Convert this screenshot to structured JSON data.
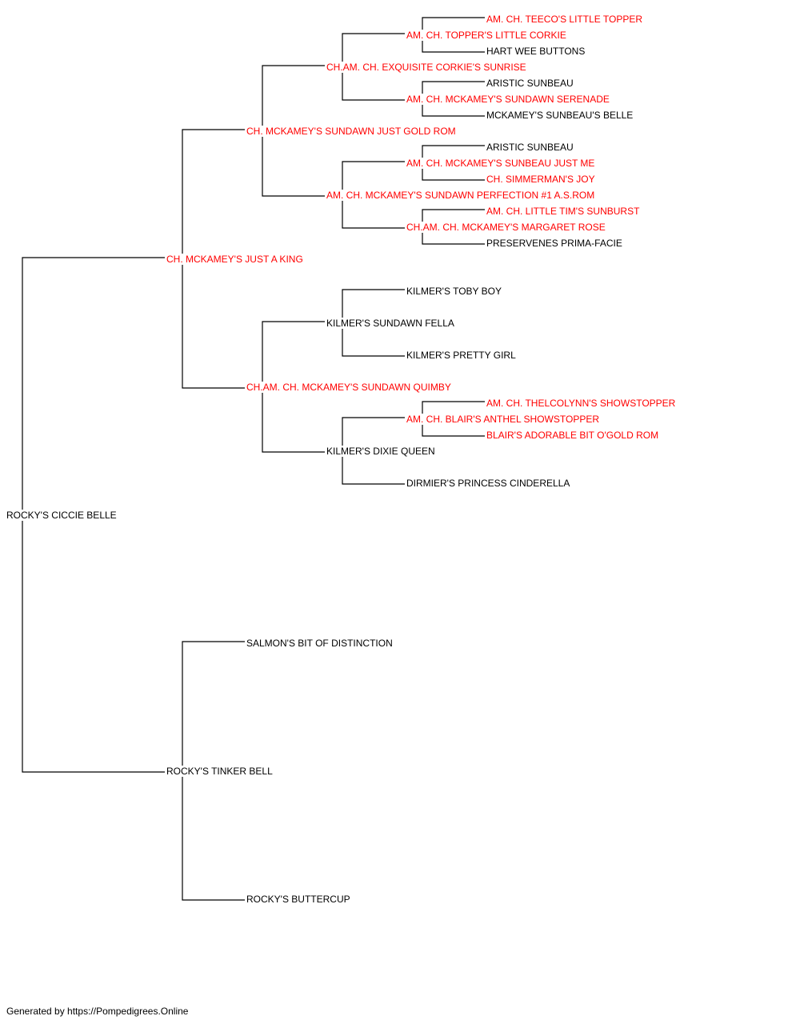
{
  "colors": {
    "champion": "#ff0000",
    "normal": "#000000",
    "line": "#000000"
  },
  "subject": {
    "name": "ROCKY'S CICCIE BELLE",
    "champion": false
  },
  "sire": {
    "name": "CH. MCKAMEY'S JUST A KING",
    "champion": true
  },
  "dam": {
    "name": "ROCKY'S TINKER BELL",
    "champion": false
  },
  "ss": {
    "name": "CH. MCKAMEY'S SUNDAWN JUST GOLD ROM",
    "champion": true
  },
  "sd": {
    "name": "CH.AM. CH. MCKAMEY'S SUNDAWN QUIMBY",
    "champion": true
  },
  "ds": {
    "name": "SALMON'S BIT OF DISTINCTION",
    "champion": false
  },
  "dd": {
    "name": "ROCKY'S BUTTERCUP",
    "champion": false
  },
  "sss": {
    "name": "CH.AM. CH. EXQUISITE CORKIE'S SUNRISE",
    "champion": true
  },
  "ssd": {
    "name": "AM. CH. MCKAMEY'S SUNDAWN PERFECTION #1 A.S.ROM",
    "champion": true
  },
  "sds": {
    "name": "KILMER'S SUNDAWN FELLA",
    "champion": false
  },
  "sdd": {
    "name": "KILMER'S DIXIE QUEEN",
    "champion": false
  },
  "ssss": {
    "name": "AM. CH. TOPPER'S LITTLE CORKIE",
    "champion": true
  },
  "sssd": {
    "name": "AM. CH. MCKAMEY'S SUNDAWN SERENADE",
    "champion": true
  },
  "ssds": {
    "name": "AM. CH. MCKAMEY'S SUNBEAU JUST ME",
    "champion": true
  },
  "ssdd": {
    "name": "CH.AM. CH. MCKAMEY'S MARGARET ROSE",
    "champion": true
  },
  "sdss": {
    "name": "KILMER'S TOBY BOY",
    "champion": false
  },
  "sdsd": {
    "name": "KILMER'S PRETTY GIRL",
    "champion": false
  },
  "sdds": {
    "name": "AM. CH. BLAIR'S ANTHEL SHOWSTOPPER",
    "champion": true
  },
  "sddd": {
    "name": "DIRMIER'S PRINCESS CINDERELLA",
    "champion": false
  },
  "sssss": {
    "name": "AM. CH. TEECO'S LITTLE TOPPER",
    "champion": true
  },
  "ssssd": {
    "name": "HART WEE BUTTONS",
    "champion": false
  },
  "sssds": {
    "name": "ARISTIC SUNBEAU",
    "champion": false
  },
  "sssdd": {
    "name": "MCKAMEY'S SUNBEAU'S BELLE",
    "champion": false
  },
  "ssdss": {
    "name": "ARISTIC SUNBEAU",
    "champion": false
  },
  "ssdsd": {
    "name": "CH. SIMMERMAN'S JOY",
    "champion": true
  },
  "ssdds": {
    "name": "AM. CH. LITTLE TIM'S SUNBURST",
    "champion": true
  },
  "ssddd": {
    "name": "PRESERVENES PRIMA-FACIE",
    "champion": false
  },
  "sddss": {
    "name": "AM. CH. THELCOLYNN'S SHOWSTOPPER",
    "champion": true
  },
  "sddsd": {
    "name": "BLAIR'S ADORABLE BIT O'GOLD ROM",
    "champion": true
  },
  "footer": "Generated by https://Pompedigrees.Online"
}
